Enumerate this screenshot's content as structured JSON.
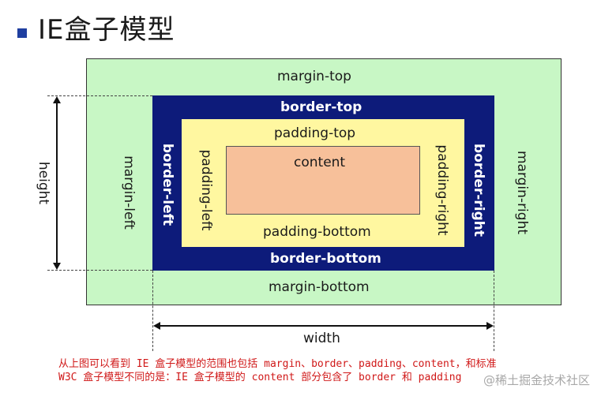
{
  "title": "IE盒子模型",
  "labels": {
    "margin_top": "margin-top",
    "margin_bottom": "margin-bottom",
    "margin_left": "margin-left",
    "margin_right": "margin-right",
    "border_top": "border-top",
    "border_bottom": "border-bottom",
    "border_left": "border-left",
    "border_right": "border-right",
    "padding_top": "padding-top",
    "padding_bottom": "padding-bottom",
    "padding_left": "padding-left",
    "padding_right": "padding-right",
    "content": "content",
    "height": "height",
    "width": "width"
  },
  "notes": {
    "line1": "从上图可以看到 IE 盒子模型的范围也包括 margin、border、padding、content，和标准",
    "line2": "W3C 盒子模型不同的是：IE 盒子模型的 content 部分包含了 border 和 padding"
  },
  "watermark": "@稀土掘金技术社区",
  "colors": {
    "margin": "#c8f7c5",
    "border": "#0d1b7a",
    "padding": "#fff7a0",
    "content": "#f7c09a",
    "note_text": "#d01818",
    "title_bullet": "#1f3fa0"
  }
}
